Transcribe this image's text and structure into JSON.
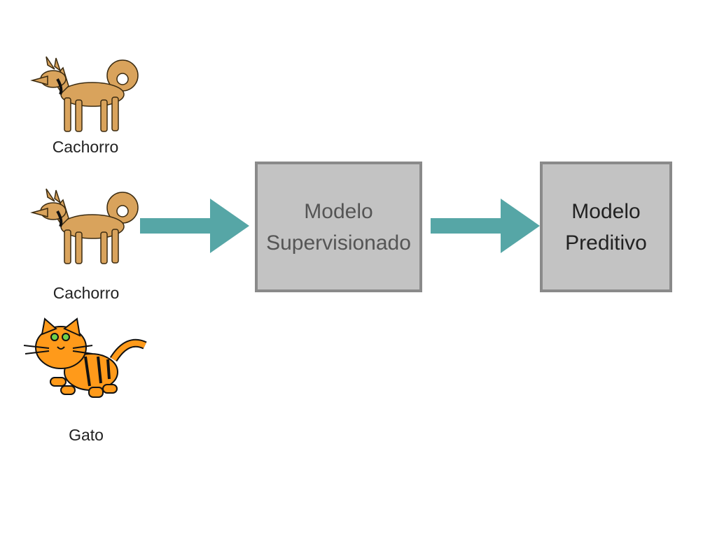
{
  "inputs": [
    {
      "animal": "dog",
      "label": "Cachorro"
    },
    {
      "animal": "dog",
      "label": "Cachorro"
    },
    {
      "animal": "cat",
      "label": "Gato"
    }
  ],
  "supervised_model": {
    "line1": "Modelo",
    "line2": "Supervisionado"
  },
  "predictive_model": {
    "line1": "Modelo",
    "line2": "Preditivo"
  },
  "colors": {
    "arrow": "#56a6a6",
    "box_fill": "#c3c3c3",
    "box_border": "#8a8a8a",
    "dog": "#d9a35c",
    "cat": "#ff9a1a"
  }
}
